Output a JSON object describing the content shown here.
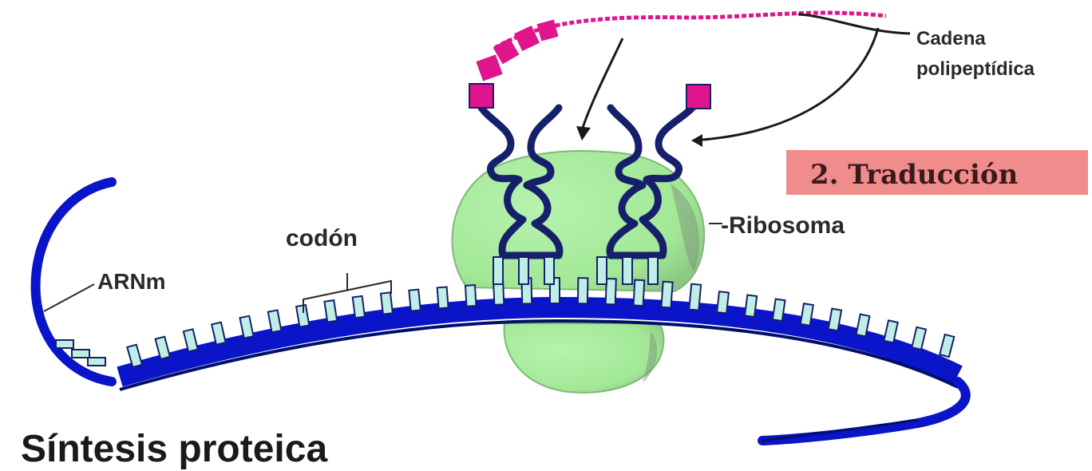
{
  "labels": {
    "cadena_line1": "Cadena",
    "cadena_line2": "polipeptídica",
    "traduccion": "2. Traducción",
    "ribosoma": "-Ribosoma",
    "codon": "codón",
    "arnm": "ARNm",
    "sintesis": "Síntesis proteica"
  },
  "colors": {
    "mrna_backbone": "#0a14c8",
    "mrna_dark": "#00106a",
    "base": "#bfeee6",
    "ribosome": "#a8eca0",
    "trna": "#16206a",
    "amino_acid": "#e0148c",
    "traduccion_box": "#f08c8c"
  }
}
